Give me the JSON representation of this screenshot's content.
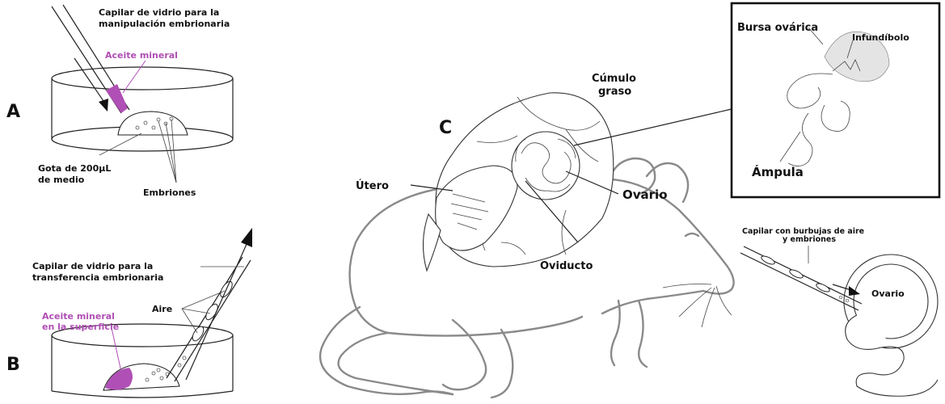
{
  "colors": {
    "mineral_oil": "#b04fb5",
    "mouse_outline": "#8a8a8a",
    "ink": "#222222"
  },
  "panel_a": {
    "letter": "A",
    "capillary_label_line1": "Capilar de vidrio para la",
    "capillary_label_line2": "manipulación embrionaria",
    "oil_label": "Aceite mineral",
    "drop_label_line1": "Gota de 200µL",
    "drop_label_line2": "de medio",
    "embryos_label": "Embriones"
  },
  "panel_b": {
    "letter": "B",
    "capillary_label_line1": "Capilar de vidrio para la",
    "capillary_label_line2": "transferencia embrionaria",
    "oil_label_line1": "Aceite mineral",
    "oil_label_line2": "en la superficie",
    "air_label": "Aire"
  },
  "panel_c": {
    "letter": "C",
    "fat_label_line1": "Cúmulo",
    "fat_label_line2": "graso",
    "uterus_label": "Útero",
    "ovary_label": "Ovario",
    "oviduct_label": "Oviducto",
    "inset": {
      "bursa_label": "Bursa ovárica",
      "infundibulum_label": "Infundíbolo",
      "ampulla_label": "Ámpula"
    },
    "transfer": {
      "capillary_label_line1": "Capilar con burbujas de aire",
      "capillary_label_line2": "y embriones",
      "ovary_label": "Ovario"
    }
  }
}
